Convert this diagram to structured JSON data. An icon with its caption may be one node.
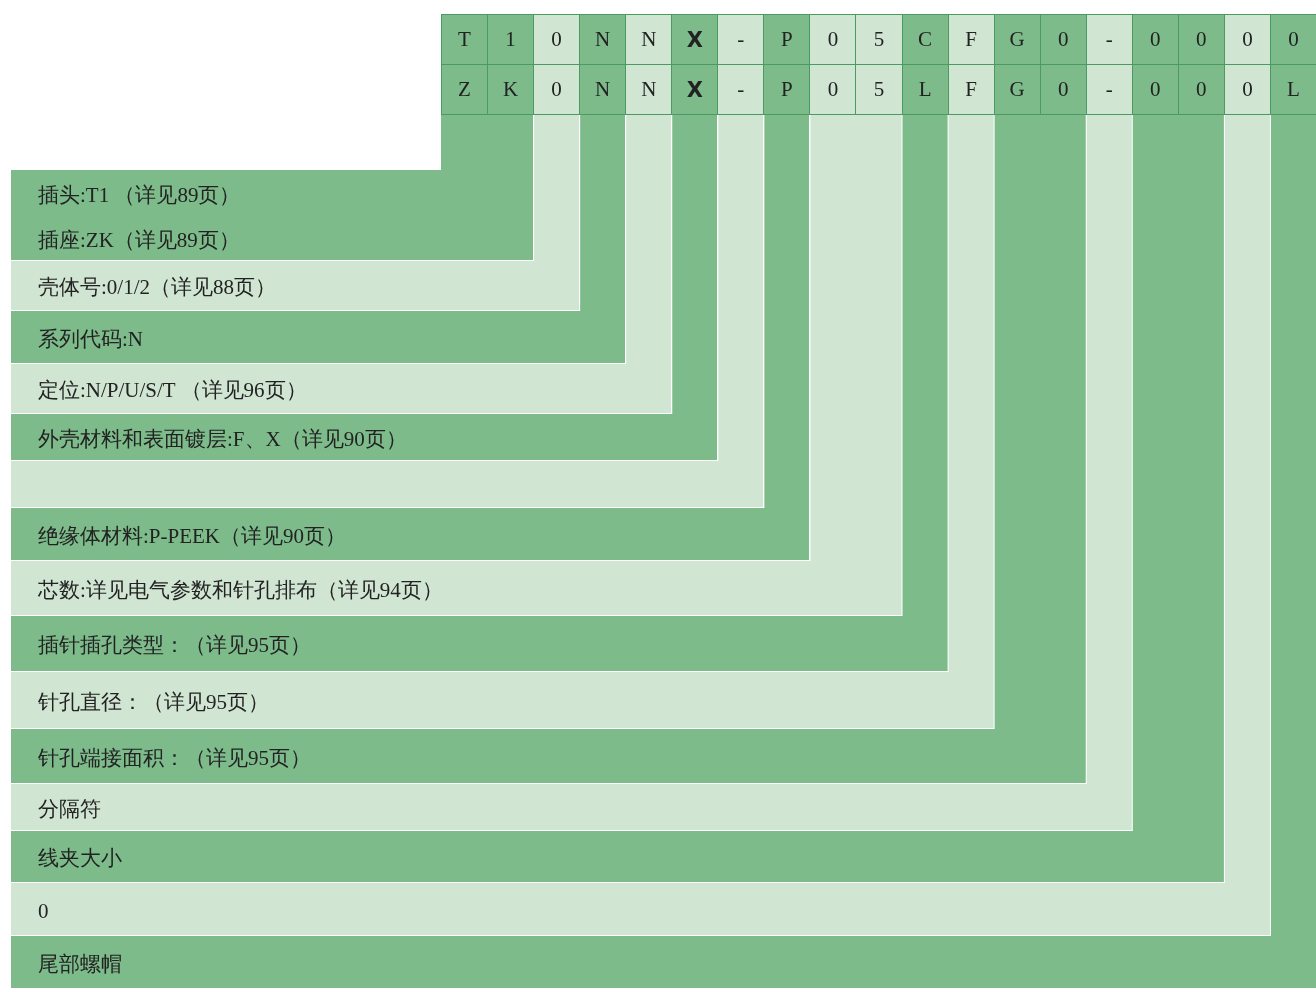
{
  "diagram": {
    "nodes": [
      {
        "text": [
          "插头:T1 （详见89页）",
          "插座:ZK（详见89页）"
        ]
      },
      {
        "text": [
          "壳体号:0/1/2（详见88页）"
        ]
      },
      {
        "text": [
          "系列代码:N"
        ]
      },
      {
        "text": [
          "定位:N/P/U/S/T （详见96页）"
        ]
      },
      {
        "text": [
          "外壳材料和表面镀层:F、X（详见90页）"
        ]
      },
      {
        "text": [],
        "shape": "box"
      },
      {
        "text": [
          "绝缘体材料:P-PEEK（详见90页）"
        ]
      },
      {
        "text": [
          "芯数:详见电气参数和针孔排布（详见94页）"
        ]
      },
      {
        "text": [
          "插针插孔类型：（详见95页）"
        ]
      },
      {
        "text": [
          "针孔直径：（详见95页）"
        ]
      },
      {
        "text": [
          "针孔端接面积：（详见95页）"
        ]
      },
      {
        "text": [
          "分隔符"
        ]
      },
      {
        "text": [
          "线夹大小"
        ]
      },
      {
        "text": [
          "0"
        ]
      },
      {
        "text": [
          "尾部螺帽"
        ]
      }
    ],
    "labels": [
      "T",
      "1",
      "0",
      "N",
      "N",
      "X",
      "-",
      "P",
      "0",
      "5",
      "C",
      "F",
      "G",
      "0",
      "-",
      "0",
      "0",
      "0",
      "0",
      "Z",
      "K",
      "0",
      "N",
      "N",
      "X",
      "-",
      "P",
      "0",
      "5",
      "L",
      "F",
      "G",
      "0",
      "-",
      "0",
      "0",
      "0",
      "L"
    ]
  }
}
